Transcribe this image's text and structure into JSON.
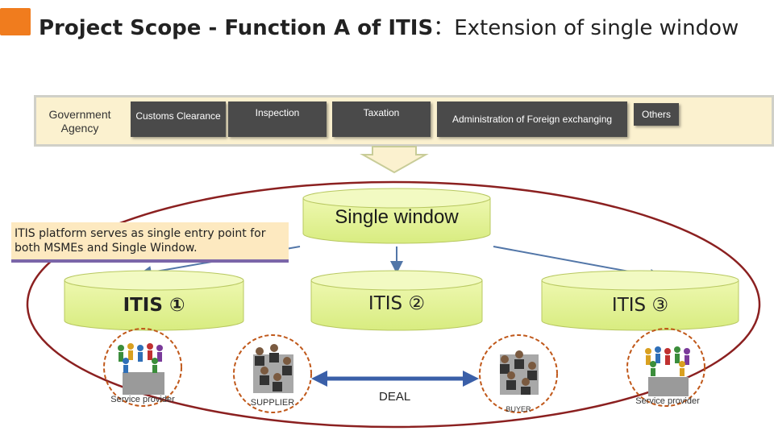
{
  "title": {
    "bold": "Project Scope - Function A of ITIS",
    "rest": "：Extension of single window"
  },
  "agencies": {
    "government": "Government Agency",
    "customs": "Customs Clearance",
    "inspection": "Inspection",
    "taxation": "Taxation",
    "foreign_exchange": "Administration of Foreign exchanging",
    "others": "Others"
  },
  "single_window": "Single window",
  "note": "ITIS platform serves as single entry point for both MSMEs and Single Window.",
  "itis": [
    "ITIS ①",
    "ITIS ②",
    "ITIS ③"
  ],
  "actors": {
    "service_provider_left": "Service provider",
    "supplier": "SUPPLIER",
    "deal": "DEAL",
    "buyer": "BUYER",
    "service_provider_right": "Service provider"
  },
  "colors": {
    "accent": "#f07c1e",
    "cylinder": "#e6f59a",
    "arrow": "#5276a8",
    "ellipse": "#8b2020",
    "dashed": "#c0581a"
  }
}
